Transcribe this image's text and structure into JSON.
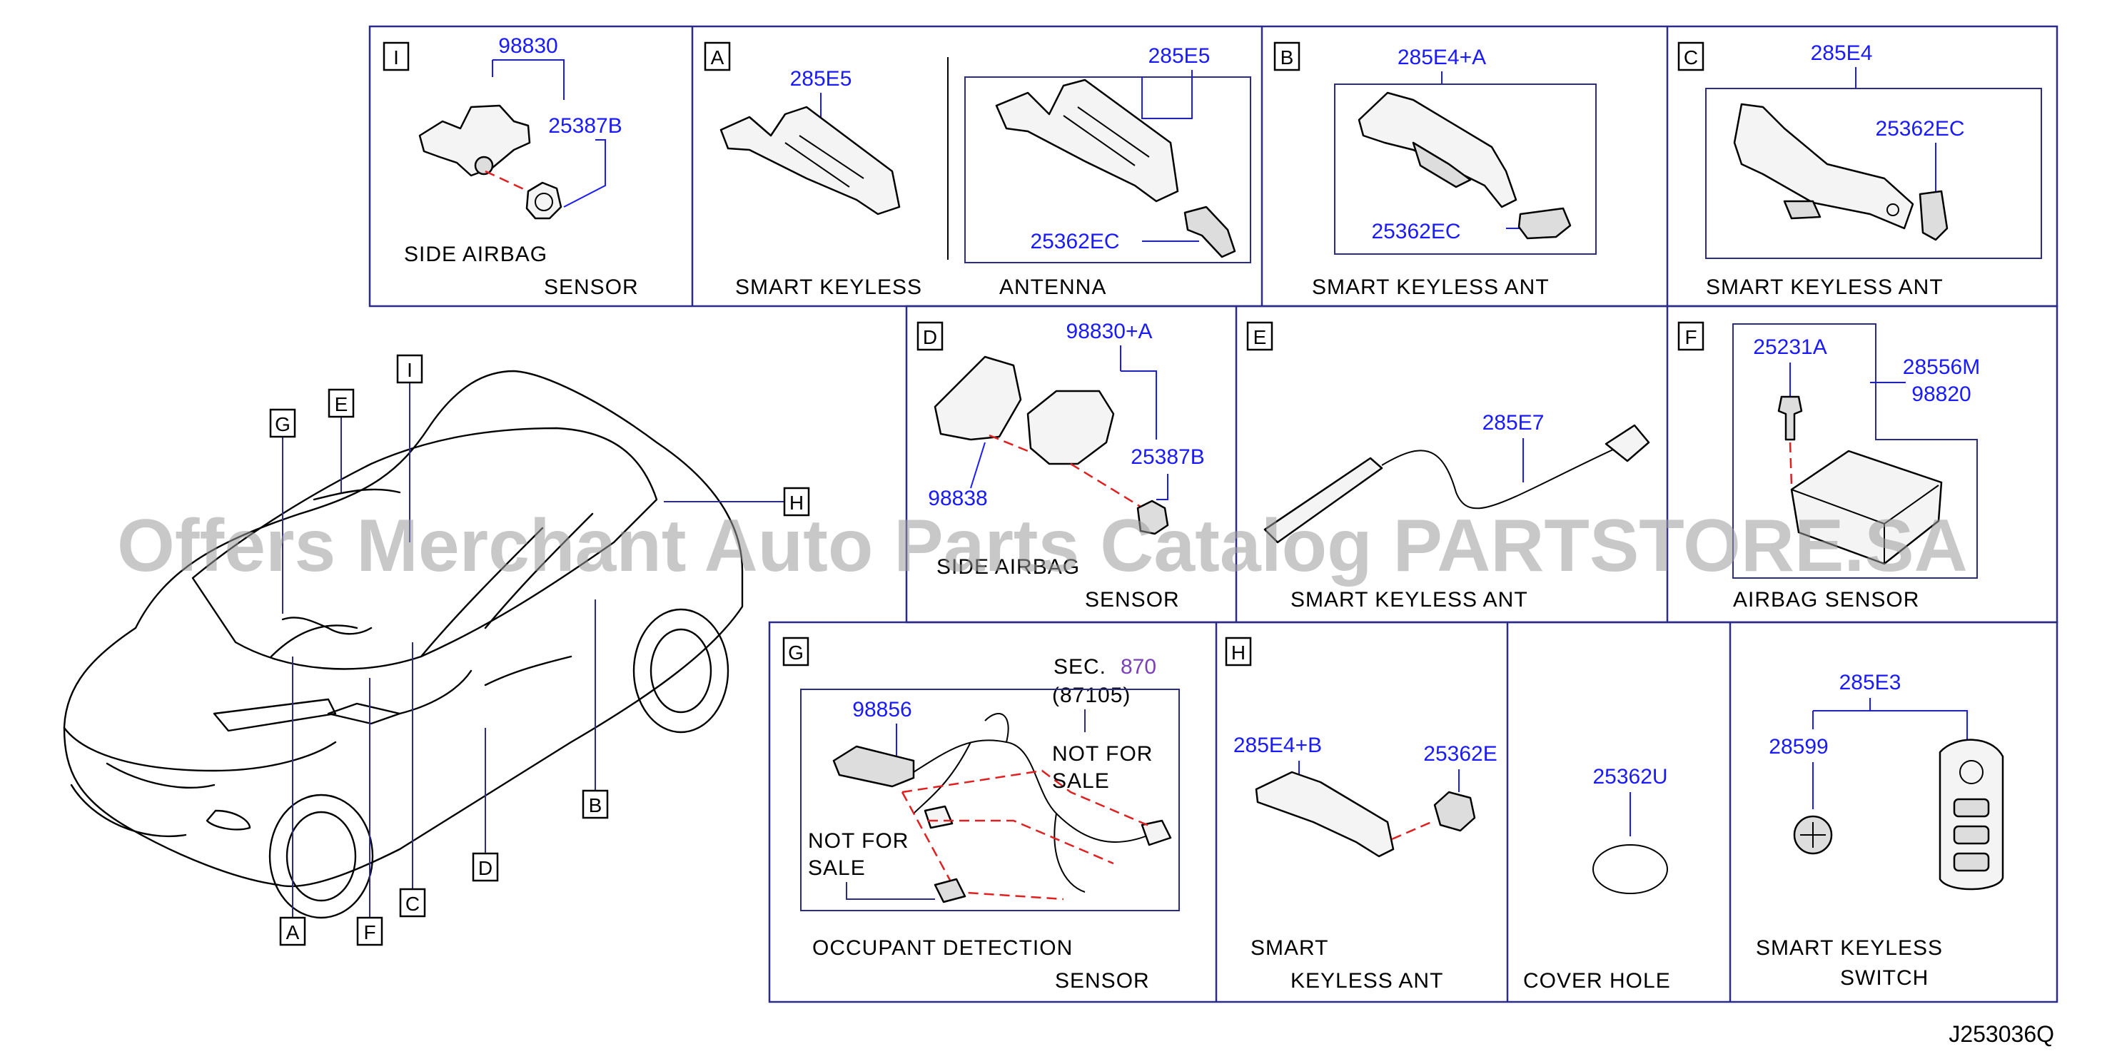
{
  "panels": {
    "I": {
      "letter": "I",
      "parts": [
        "98830",
        "25387B"
      ],
      "caption_1": "SIDE   AIRBAG",
      "caption_2": "SENSOR"
    },
    "A": {
      "letter": "A",
      "parts": [
        "285E5",
        "285E5",
        "25362EC"
      ],
      "caption_1": "SMART   KEYLESS",
      "caption_2": "ANTENNA"
    },
    "B": {
      "letter": "B",
      "parts": [
        "285E4+A",
        "25362EC"
      ],
      "caption": "SMART   KEYLESS   ANT"
    },
    "C": {
      "letter": "C",
      "parts": [
        "285E4",
        "25362EC"
      ],
      "caption": "SMART   KEYLESS   ANT"
    },
    "D": {
      "letter": "D",
      "parts": [
        "98830+A",
        "25387B",
        "98838"
      ],
      "caption_1": "SIDE  AIRBAG",
      "caption_2": "SENSOR"
    },
    "E": {
      "letter": "E",
      "parts": [
        "285E7"
      ],
      "caption": "SMART   KEYLESS   ANT"
    },
    "F": {
      "letter": "F",
      "parts": [
        "25231A",
        "28556M",
        "98820"
      ],
      "caption": "AIRBAG   SENSOR"
    },
    "G": {
      "letter": "G",
      "sec_prefix": "SEC.",
      "sec_number": "870",
      "sec_sub": "(87105)",
      "parts": [
        "98856"
      ],
      "nfs_1a": "NOT    FOR",
      "nfs_1b": "SALE",
      "nfs_2a": "NOT    FOR",
      "nfs_2b": "SALE",
      "caption_1": "OCCUPANT   DETECTION",
      "caption_2": "SENSOR"
    },
    "H": {
      "letter": "H",
      "parts": [
        "285E4+B",
        "25362E"
      ],
      "caption_1": "SMART",
      "caption_2": "KEYLESS   ANT"
    },
    "cover": {
      "parts": [
        "25362U"
      ],
      "caption": "COVER      HOLE"
    },
    "switch": {
      "parts": [
        "285E3",
        "28599"
      ],
      "caption_1": "SMART   KEYLESS",
      "caption_2": "SWITCH"
    }
  },
  "car_callouts": [
    "G",
    "E",
    "I",
    "H",
    "A",
    "F",
    "C",
    "D",
    "B"
  ],
  "watermark": "Offers Merchant Auto Parts Catalog PARTSTORE.SA",
  "diagram_number": "J253036Q",
  "colors": {
    "frame": "#2b2b8a",
    "part_number": "#1a1aff",
    "section_ref": "#7b3fb8",
    "not_for_sale_dash": "#e02020",
    "watermark": "#9a9a9a"
  }
}
